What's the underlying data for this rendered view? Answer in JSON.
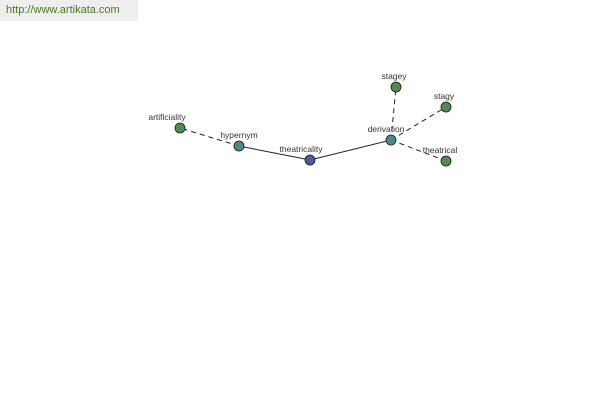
{
  "site": {
    "url": "http://www.artikata.com"
  },
  "graph": {
    "nodes": [
      {
        "id": "artificiality",
        "label": "artificiality",
        "role": "leaf"
      },
      {
        "id": "hypernym",
        "label": "hypernym",
        "role": "relation"
      },
      {
        "id": "theatricality",
        "label": "theatricality",
        "role": "center"
      },
      {
        "id": "derivation",
        "label": "derivation",
        "role": "relation"
      },
      {
        "id": "stagey",
        "label": "stagey",
        "role": "leaf"
      },
      {
        "id": "stagy",
        "label": "stagy",
        "role": "leaf"
      },
      {
        "id": "theatrical",
        "label": "theatrical",
        "role": "leaf"
      }
    ],
    "edges": [
      {
        "from": "theatricality",
        "to": "hypernym",
        "style": "solid"
      },
      {
        "from": "theatricality",
        "to": "derivation",
        "style": "solid"
      },
      {
        "from": "hypernym",
        "to": "artificiality",
        "style": "dashed"
      },
      {
        "from": "derivation",
        "to": "stagey",
        "style": "dashed"
      },
      {
        "from": "derivation",
        "to": "stagy",
        "style": "dashed"
      },
      {
        "from": "derivation",
        "to": "theatrical",
        "style": "dashed"
      }
    ],
    "colors": {
      "center": "#4a5aa8",
      "relation": "#4a8a8a",
      "leaf": "#4f8a4f",
      "edge": "#222222",
      "outline": "#1a1a1a"
    }
  }
}
